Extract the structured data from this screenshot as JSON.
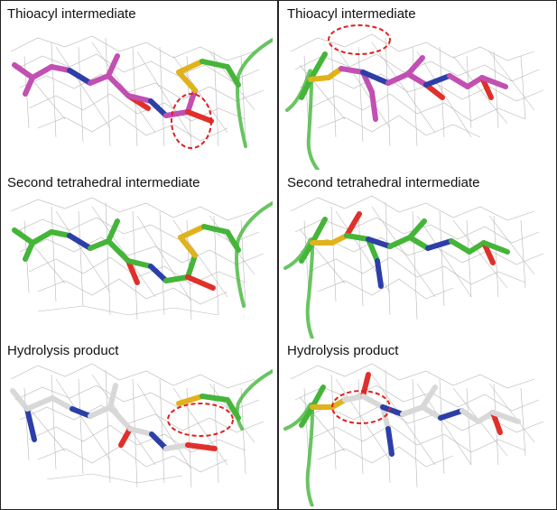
{
  "panels": [
    {
      "label": "Thioacyl intermediate",
      "color": "#c24fb2"
    },
    {
      "label": "Thioacyl intermediate",
      "color": "#c24fb2"
    },
    {
      "label": "Second tetrahedral intermediate",
      "color": "#44b539"
    },
    {
      "label": "Second tetrahedral intermediate",
      "color": "#44b539"
    },
    {
      "label": "Hydrolysis product",
      "color": "#d8d8d8"
    },
    {
      "label": "Hydrolysis product",
      "color": "#d8d8d8"
    }
  ],
  "colors": {
    "carbon_magenta": "#c24fb2",
    "carbon_green": "#44b539",
    "carbon_white": "#d8d8d8",
    "nitrogen": "#2c3fa8",
    "oxygen": "#e0302c",
    "sulfur": "#e0b21c",
    "mesh": "#8a8a8a",
    "highlight": "#e02020"
  }
}
